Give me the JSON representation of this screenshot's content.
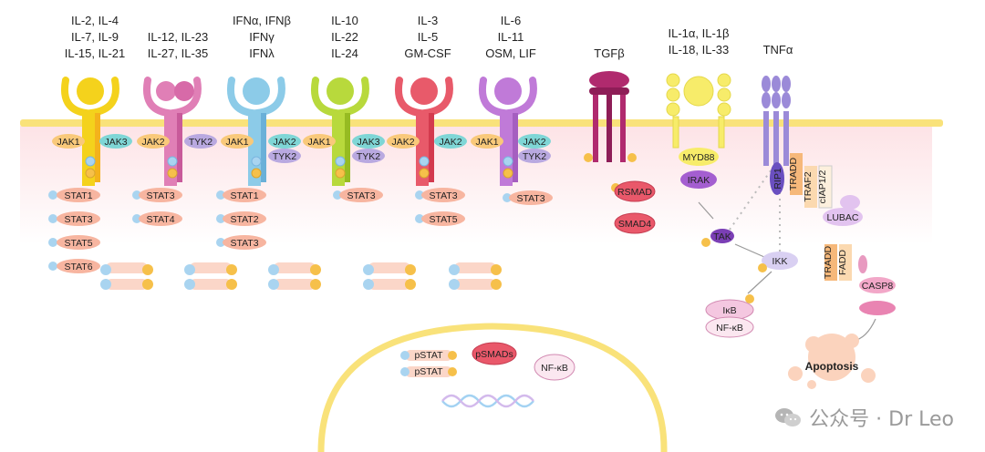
{
  "receptor_groups": [
    {
      "ligands": [
        "IL-2, IL-4",
        "IL-7, IL-9",
        "IL-15, IL-21"
      ],
      "jaks": [
        "JAK1",
        "JAK3"
      ],
      "stats": [
        "STAT1",
        "STAT3",
        "STAT5",
        "STAT6"
      ],
      "color": "#f4d21c"
    },
    {
      "ligands": [
        "IL-12, IL-23",
        "IL-27, IL-35"
      ],
      "jaks": [
        "JAK2",
        "TYK2"
      ],
      "stats": [
        "STAT3",
        "STAT4"
      ],
      "color": "#e07fb6"
    },
    {
      "ligands": [
        "IFNα, IFNβ",
        "IFNγ",
        "IFNλ"
      ],
      "jaks": [
        "JAK1",
        "JAK2",
        "TYK2"
      ],
      "stats": [
        "STAT1",
        "STAT2",
        "STAT3"
      ],
      "color": "#8ccbe8"
    },
    {
      "ligands": [
        "IL-10",
        "IL-22",
        "IL-24"
      ],
      "jaks": [
        "JAK1",
        "JAK3",
        "TYK2"
      ],
      "stats": [
        "STAT3"
      ],
      "color": "#b8d93c"
    },
    {
      "ligands": [
        "IL-3",
        "IL-5",
        "GM-CSF"
      ],
      "jaks": [
        "JAK2",
        "JAK2"
      ],
      "stats": [
        "STAT3",
        "STAT5"
      ],
      "color": "#e85a6a"
    },
    {
      "ligands": [
        "IL-6",
        "IL-11",
        "OSM, LIF"
      ],
      "jaks": [
        "JAK1",
        "JAK2",
        "TYK2"
      ],
      "stats": [
        "STAT3"
      ],
      "color": "#c07ad8"
    }
  ],
  "tgfb": {
    "title": "TGFβ",
    "rsmad": "RSMAD",
    "smad4": "SMAD4",
    "color": "#b02a6e"
  },
  "il1": {
    "ligands": [
      "IL-1α, IL-1β",
      "IL-18, IL-33"
    ],
    "myd88": "MYD88",
    "irak": "IRAK",
    "tak": "TAK",
    "ikk": "IKK",
    "color": "#f7ec6a"
  },
  "tnf": {
    "title": "TNFα",
    "rip1": "RIP1",
    "tradd": "TRADD",
    "traf2": "TRAF2",
    "ciap": "cIAP1/2",
    "lubac": "LUBAC",
    "tradd2": "TRADD",
    "fadd": "FADD",
    "casp8": "CASP8",
    "apoptosis": "Apoptosis",
    "color": "#9b8ad8"
  },
  "nfkb_complex": {
    "ikb": "IκB",
    "nfkb": "NF-κB"
  },
  "nucleus": {
    "pstat_top": "pSTAT",
    "pstat_bottom": "pSTAT",
    "psmads": "pSMADs",
    "nfkb": "NF-κB"
  },
  "watermark": {
    "text": "公众号 · Dr Leo"
  },
  "colors": {
    "membrane": "#f9e27a",
    "cytoplasm": "#fdeeee",
    "stat_fill": "#f7b5a0",
    "jak_fill": "#f9c97a",
    "jak3_fill": "#7fd6d6",
    "tyk2_fill": "#b9a9e0",
    "blue_dot": "#a9d4f0",
    "orange_dot": "#f6c04a"
  }
}
